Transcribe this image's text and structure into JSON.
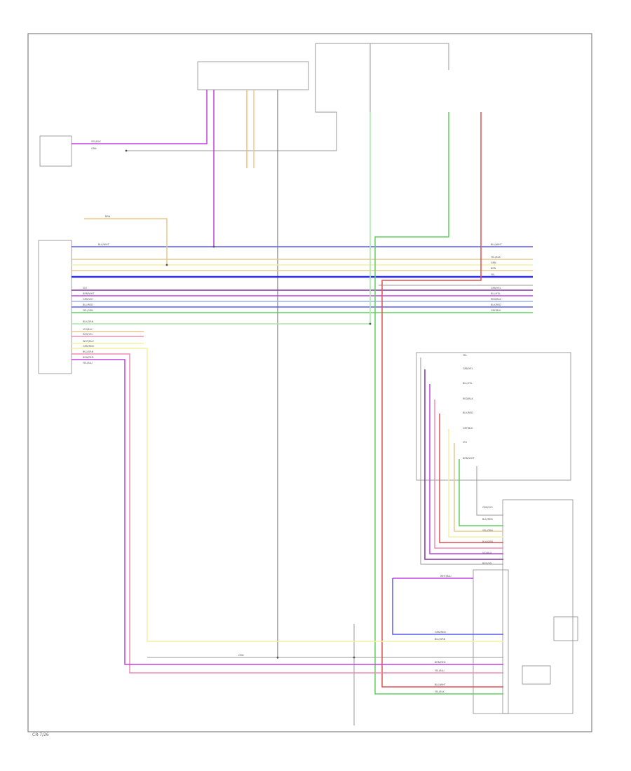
{
  "colors": {
    "blue": "#5a5af0",
    "violet": "#c040e0",
    "pink": "#f28ab0",
    "red": "#e05050",
    "green": "#60d060",
    "yellow": "#f4f0a0",
    "tan": "#e8c890",
    "orange": "#f0c070",
    "purple": "#8030a0",
    "gray": "#9a9a9a",
    "lightblue": "#a0b0e8",
    "lightgreen": "#a8e8a8"
  },
  "footer": {
    "code": "CR-7/26"
  },
  "wires": [
    "BLU/WHT",
    "YEL/BLK",
    "GRN",
    "BRN",
    "YEL",
    "GRN/YEL",
    "BLU/YEL",
    "RED/BLK",
    "BLK/RED",
    "GRY/BLK",
    "VIO",
    "BRN/WHT",
    "GRN/VIO",
    "BLU/RED",
    "YEL/GRN",
    "BLK/GRN",
    "VIO/BLK",
    "RED/YEL",
    "WHT/BLU",
    "GRN/RED",
    "BLU/GRN",
    "BRN/RED",
    "YEL/BLU"
  ]
}
